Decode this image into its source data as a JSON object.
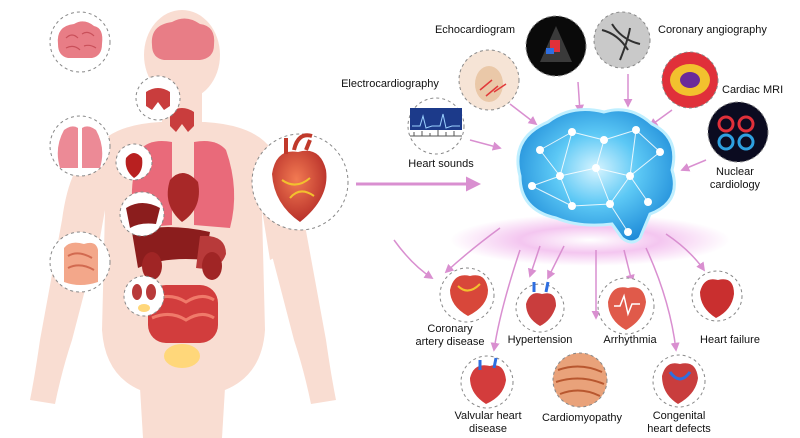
{
  "inputs": {
    "echocardiogram": "Echocardiogram",
    "coronary_angiography": "Coronary angiography",
    "electrocardiography": "Electrocardiography",
    "cardiac_mri": "Cardiac MRI",
    "heart_sounds": "Heart sounds",
    "nuclear_cardiology_1": "Nuclear",
    "nuclear_cardiology_2": "cardiology"
  },
  "outputs": {
    "coronary_1": "Coronary",
    "coronary_2": "artery disease",
    "hypertension": "Hypertension",
    "arrhythmia": "Arrhythmia",
    "heart_failure": "Heart failure",
    "valvular_1": "Valvular heart",
    "valvular_2": "disease",
    "cardiomyopathy": "Cardiomyopathy",
    "congenital_1": "Congenital",
    "congenital_2": "heart defects"
  },
  "colors": {
    "skin": "#f9ddd2",
    "organ": "#c94a4a",
    "arrow": "#d98fd0",
    "brain": "#2ba7e8",
    "brain_glow": "#9fe0ff"
  }
}
